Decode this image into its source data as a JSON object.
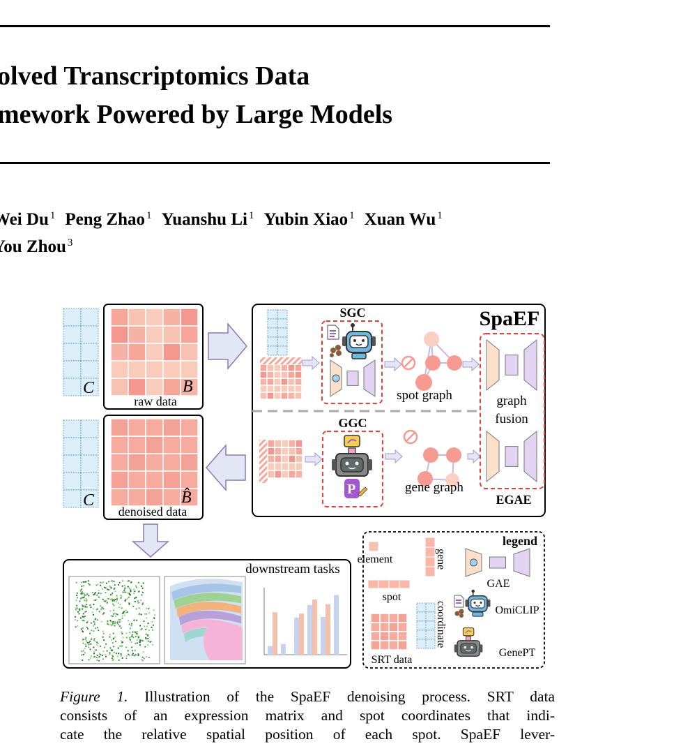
{
  "paper": {
    "title_line1": "olved Transcriptomics Data",
    "title_line2": "mework Powered by Large Models",
    "authors_line1": [
      {
        "name": "Wei Du",
        "aff": "1"
      },
      {
        "name": "Peng Zhao",
        "aff": "1"
      },
      {
        "name": "Yuanshu Li",
        "aff": "1"
      },
      {
        "name": "Yubin Xiao",
        "aff": "1"
      },
      {
        "name": "Xuan Wu",
        "aff": "1"
      }
    ],
    "authors_line2": [
      {
        "name": "You Zhou",
        "aff": "3"
      }
    ]
  },
  "figure": {
    "label_C": "C",
    "label_B": "B",
    "label_B_hat": "B̂",
    "raw_data": "raw data",
    "denoised_data": "denoised data",
    "sgc": "SGC",
    "ggc": "GGC",
    "spaef": "SpaEF",
    "spot_graph": "spot graph",
    "gene_graph": "gene graph",
    "graph_fusion_1": "graph",
    "graph_fusion_2": "fusion",
    "egae": "EGAE",
    "downstream_tasks": "downstream tasks",
    "legend": {
      "title": "legend",
      "element": "element",
      "gene": "gene",
      "spot": "spot",
      "coordinate": "coordinate",
      "srt_data": "SRT data",
      "gae": "GAE",
      "omiclip": "OmiCLIP",
      "genept": "GenePT"
    },
    "colors": {
      "matrix_light": "#f8c9b8",
      "matrix_dark": "#f3958f",
      "coord_fill": "#dceef7",
      "coord_stroke": "#5b90b0",
      "red_dash": "#e0403a",
      "arrow_fill": "#e3e6f4",
      "encoder_orange": "#fbe1cc",
      "encoder_purple": "#e2d3f2"
    }
  },
  "caption": {
    "label": "Figure 1.",
    "line1_rest": "Illustration of the SpaEF denoising process. SRT data",
    "line2": "consists of an expression matrix and spot coordinates that indi-",
    "line3": "cate the relative spatial position of each spot. SpaEF lever-"
  }
}
